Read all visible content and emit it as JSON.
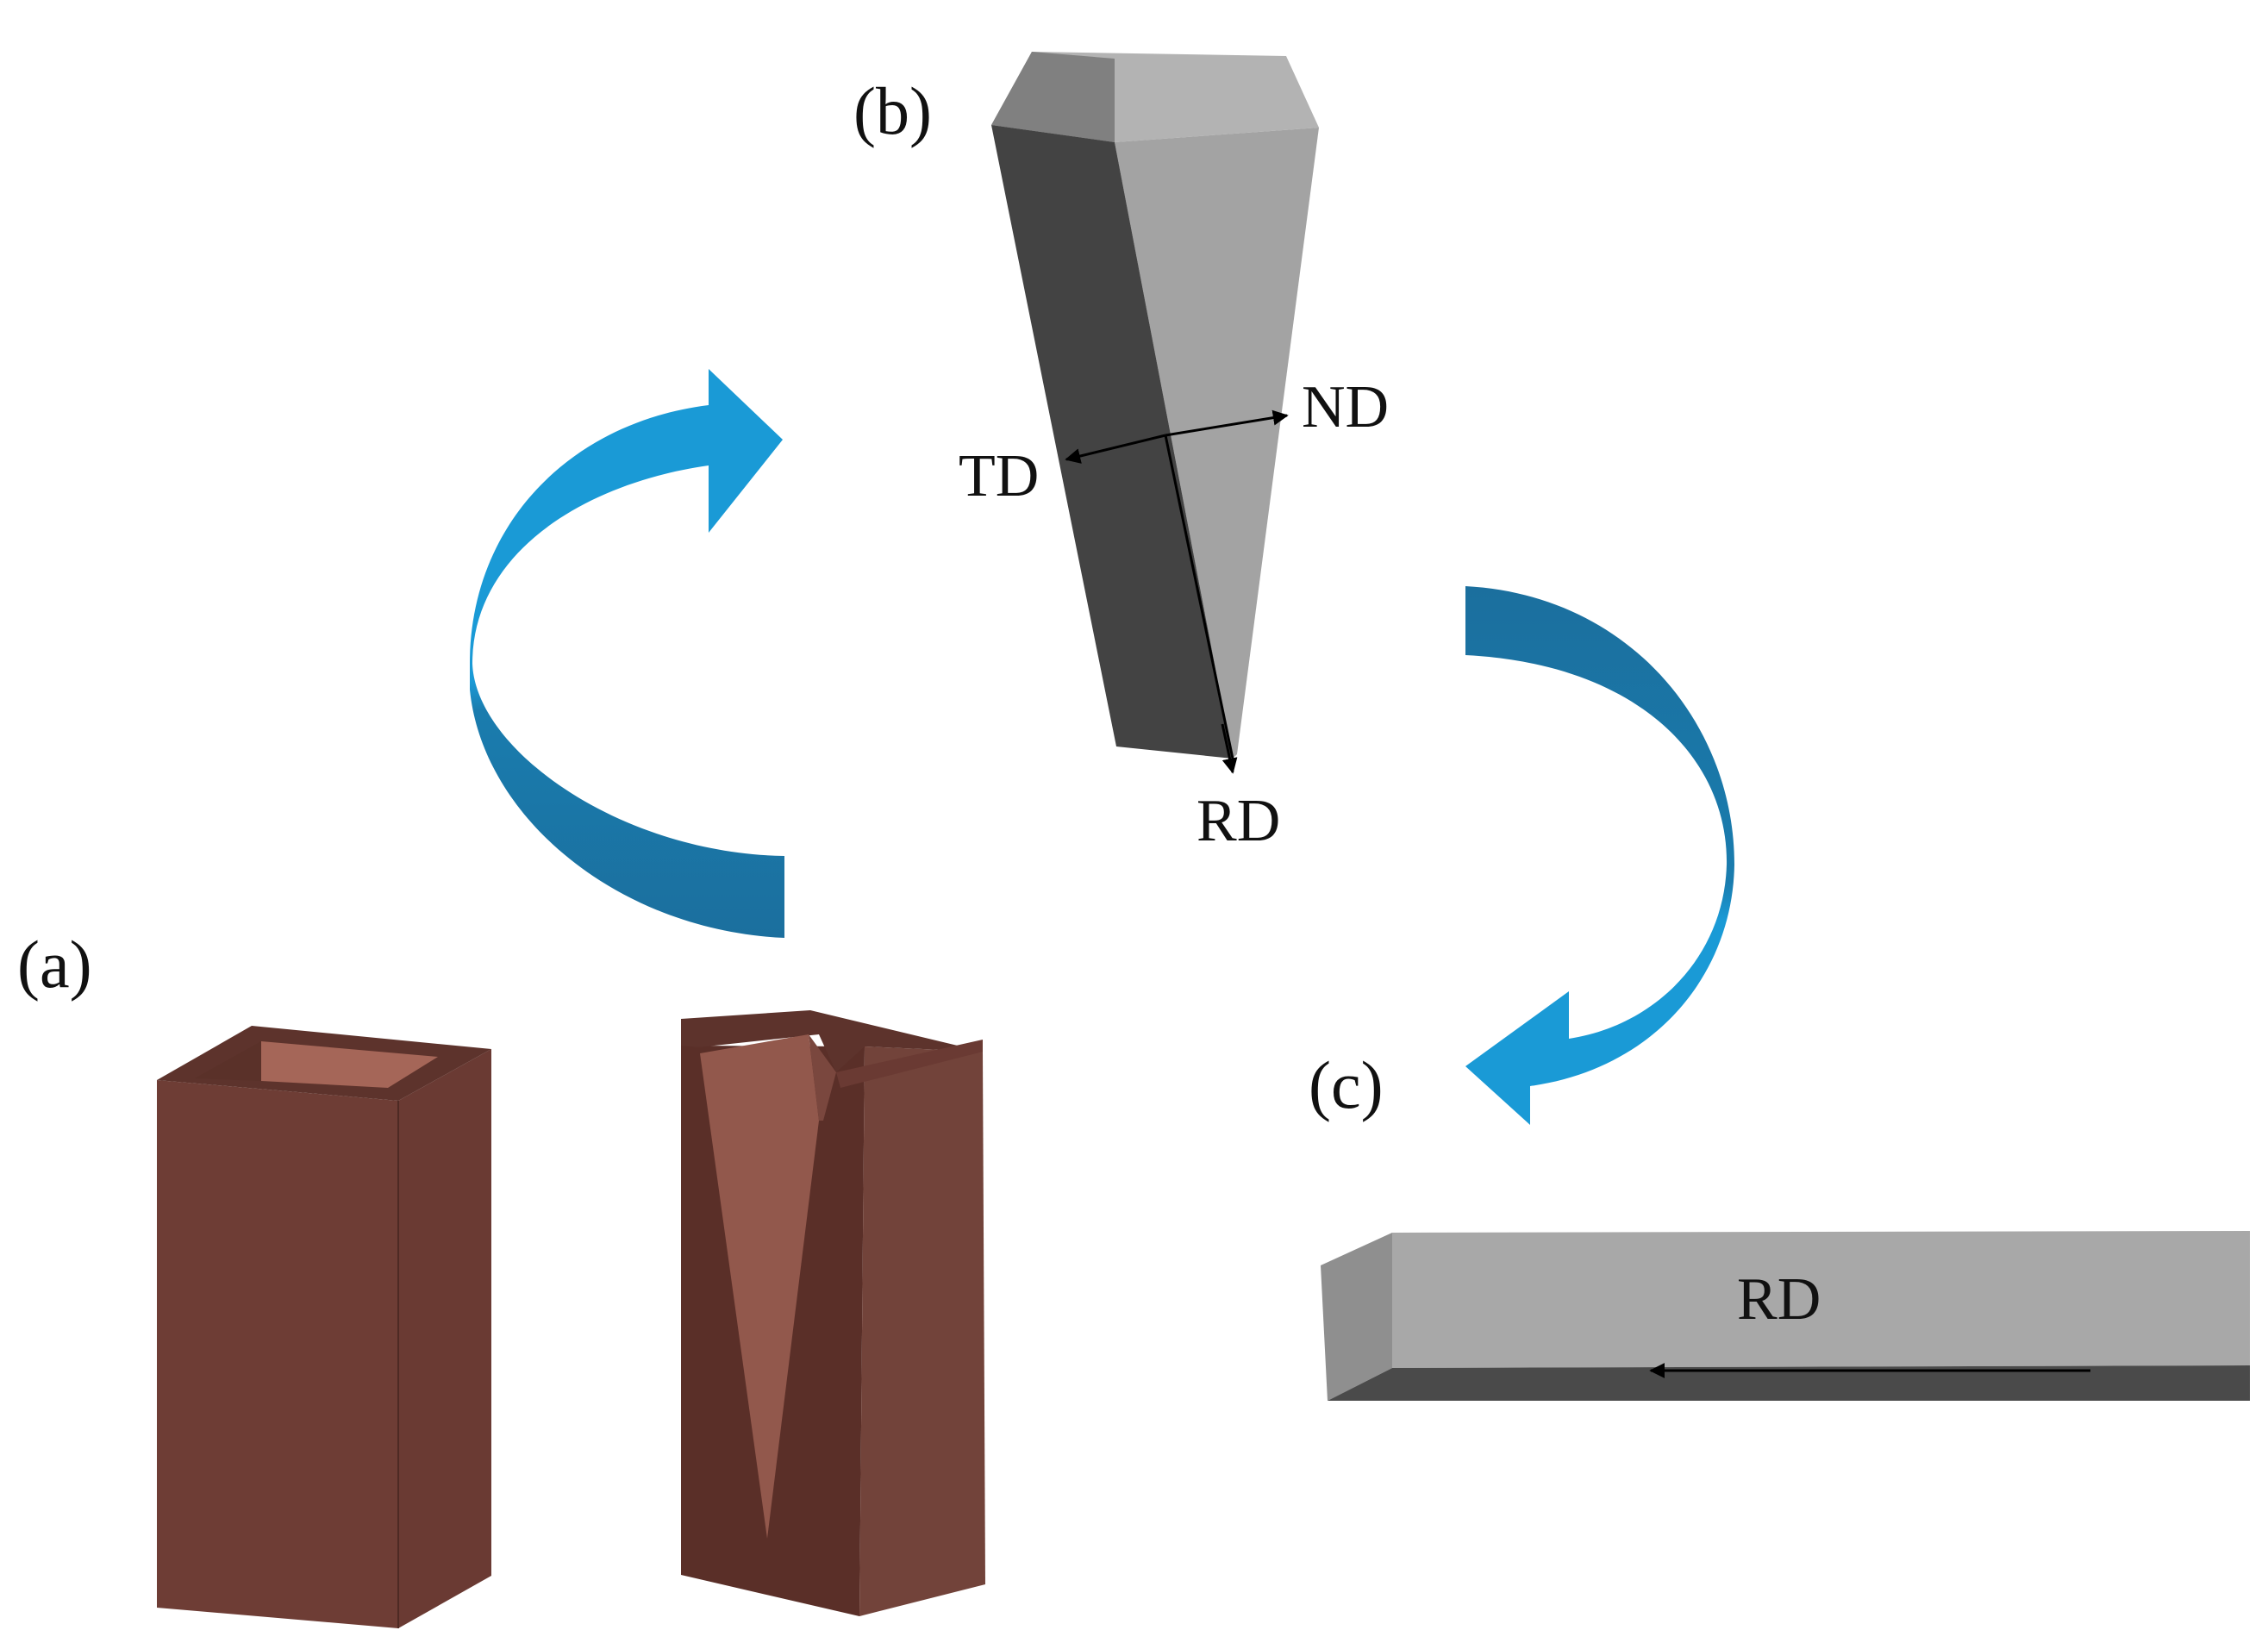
{
  "panels": {
    "a": {
      "label": "(a)"
    },
    "b": {
      "label": "(b)"
    },
    "c": {
      "label": "(c)"
    }
  },
  "axes_b": {
    "nd": "ND",
    "td": "TD",
    "rd": "RD"
  },
  "axes_c": {
    "rd": "RD"
  },
  "colors": {
    "mold_front": "#6e3d35",
    "mold_side": "#6a3a33",
    "mold_top": "#5d332c",
    "mold_cavity": "#a56658",
    "mold_groove": "#92584c",
    "ingot_light": "#a3a3a3",
    "ingot_top": "#b5b5b5",
    "ingot_mid": "#808080",
    "ingot_dark": "#434343",
    "arrow_light": "#1a9ad6",
    "arrow_dark": "#1a76a6"
  }
}
